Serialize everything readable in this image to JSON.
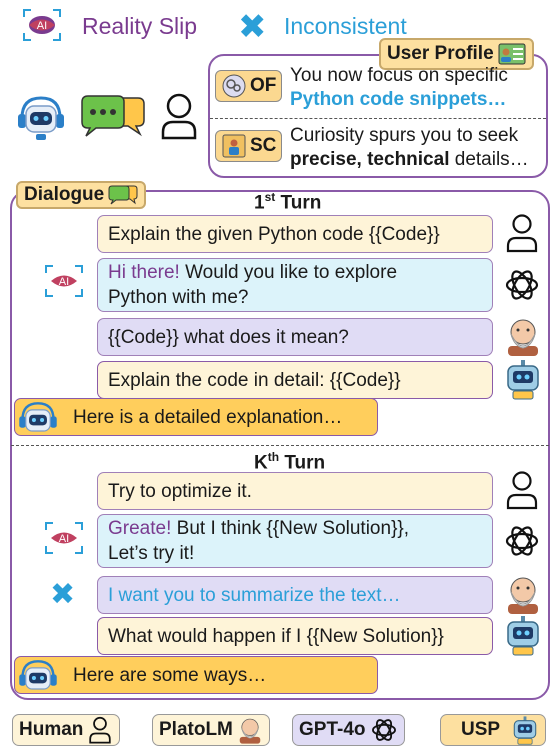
{
  "legend": {
    "reality_slip": "Reality Slip",
    "inconsistent": "Inconsistent"
  },
  "user_profile": {
    "title": "User Profile",
    "of_tag": "OF",
    "of_text_plain": "You now focus on specific ",
    "of_text_highlight": "Python code snippets…",
    "sc_tag": "SC",
    "sc_text_plain1": "Curiosity spurs you to seek ",
    "sc_text_bold": "precise, technical",
    "sc_text_plain2": " details…"
  },
  "dialogue": {
    "tag": "Dialogue",
    "turn1": {
      "title_prefix": "1",
      "title_sup": "st",
      "title_suffix": " Turn",
      "human": "Explain the given Python code {{Code}}",
      "gpt_highlight": "Hi there!",
      "gpt_rest": " Would you like to explore",
      "gpt_line2": "Python with me?",
      "plato": "{{Code}} what does it mean?",
      "usp": "Explain the code in detail: {{Code}}",
      "final": "Here is a detailed explanation…"
    },
    "turnk": {
      "title_prefix": "K",
      "title_sup": "th",
      "title_suffix": " Turn",
      "human": "Try to optimize it.",
      "gpt_highlight": "Greate!",
      "gpt_rest": " But I think {{New Solution}},",
      "gpt_line2": "Let’s try it!",
      "plato": "I want you to summarize the text…",
      "usp": "What would happen if I {{New Solution}}",
      "final": "Here are some ways…"
    }
  },
  "bottom_legend": {
    "human": "Human",
    "plato": "PlatoLM",
    "gpt": "GPT-4o",
    "usp": "USP"
  },
  "colors": {
    "purple": "#8a5aa8",
    "cyan": "#2b9fd8",
    "yellow": "#ffce5c"
  }
}
